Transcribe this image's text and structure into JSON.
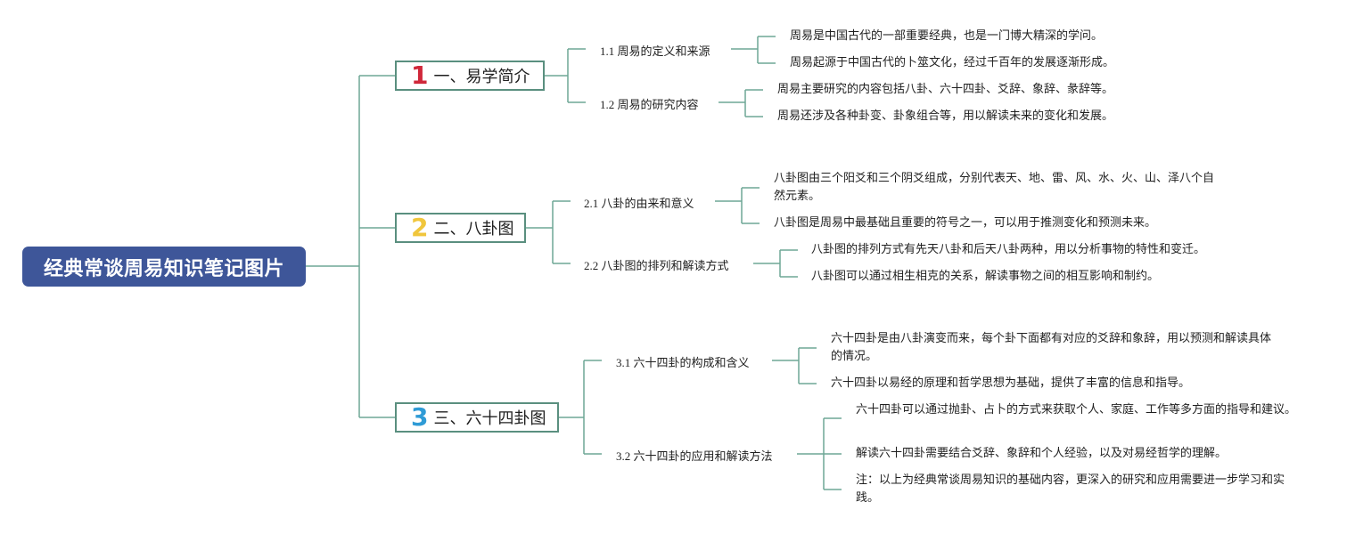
{
  "root": {
    "title": "经典常谈周易知识笔记图片"
  },
  "sections": [
    {
      "number": "1",
      "number_color": "#d0283a",
      "title": "一、易学简介",
      "subs": [
        {
          "label": "1.1 周易的定义和来源",
          "items": [
            "周易是中国古代的一部重要经典，也是一门博大精深的学问。",
            "周易起源于中国古代的卜筮文化，经过千百年的发展逐渐形成。"
          ]
        },
        {
          "label": "1.2 周易的研究内容",
          "items": [
            "周易主要研究的内容包括八卦、六十四卦、爻辞、象辞、彖辞等。",
            "周易还涉及各种卦变、卦象组合等，用以解读未来的变化和发展。"
          ]
        }
      ]
    },
    {
      "number": "2",
      "number_color": "#f0c63c",
      "title": "二、八卦图",
      "subs": [
        {
          "label": "2.1 八卦的由来和意义",
          "items": [
            "八卦图由三个阳爻和三个阴爻组成，分别代表天、地、雷、风、水、火、山、泽八个自然元素。",
            "八卦图是周易中最基础且重要的符号之一，可以用于推测变化和预测未来。"
          ]
        },
        {
          "label": "2.2 八卦图的排列和解读方式",
          "items": [
            "八卦图的排列方式有先天八卦和后天八卦两种，用以分析事物的特性和变迁。",
            "八卦图可以通过相生相克的关系，解读事物之间的相互影响和制约。"
          ]
        }
      ]
    },
    {
      "number": "3",
      "number_color": "#2f9bd6",
      "title": "三、六十四卦图",
      "subs": [
        {
          "label": "3.1 六十四卦的构成和含义",
          "items": [
            "六十四卦是由八卦演变而来，每个卦下面都有对应的爻辞和象辞，用以预测和解读具体的情况。",
            "六十四卦以易经的原理和哲学思想为基础，提供了丰富的信息和指导。"
          ]
        },
        {
          "label": "3.2 六十四卦的应用和解读方法",
          "items": [
            "六十四卦可以通过抛卦、占卜的方式来获取个人、家庭、工作等多方面的指导和建议。",
            "解读六十四卦需要结合爻辞、象辞和个人经验，以及对易经哲学的理解。",
            "注：以上为经典常谈周易知识的基础内容，更深入的研究和应用需要进一步学习和实践。"
          ]
        }
      ]
    }
  ]
}
